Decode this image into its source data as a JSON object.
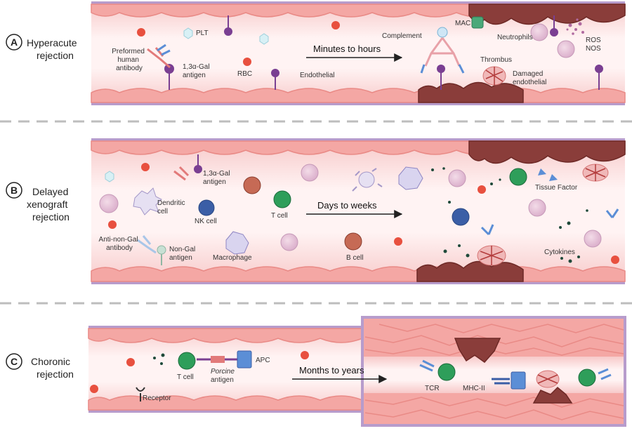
{
  "colors": {
    "membrane": "#b79ccc",
    "vessel_pale": "#fbe3e3",
    "vessel_core": "#fff4f4",
    "cell_fill": "#f4a7a4",
    "cell_stroke": "#e98a86",
    "damaged": "#8a3d3a",
    "damaged_dark": "#6d2926",
    "rbc": "#e8503f",
    "antigen": "#7a3f92",
    "tcell": "#2e9e5a",
    "nk": "#3b5ea6",
    "apc": "#5b8ed6",
    "dashed": "#bdbdbd",
    "text": "#222222"
  },
  "panels": [
    {
      "letter": "A",
      "title_lines": [
        "Hyperacute",
        "rejection"
      ],
      "arrow_label": "Minutes to hours",
      "labels": {
        "plt": "PLT",
        "preformed": [
          "Preformed",
          "human",
          "antibody"
        ],
        "gal": [
          "1,3α-Gal",
          "antigen"
        ],
        "rbc": "RBC",
        "endothelial": "Endothelial",
        "complement": "Complement",
        "mac": "MAC",
        "neutrophils": "Neutrophils",
        "ros": "ROS",
        "nos": "NOS",
        "thrombus": "Thrombus",
        "damaged": [
          "Damaged",
          "endothelial"
        ]
      }
    },
    {
      "letter": "B",
      "title_lines": [
        "Delayed",
        "xenograft",
        "rejection"
      ],
      "arrow_label": "Days to weeks",
      "labels": {
        "gal": [
          "1,3α-Gal",
          "antigen"
        ],
        "dendritic": [
          "Dendritic",
          "cell"
        ],
        "nk": "NK cell",
        "tcell": "T cell",
        "anti_non_gal": [
          "Anti-non-Gal",
          "antibody"
        ],
        "non_gal": [
          "Non-Gal",
          "antigen"
        ],
        "macrophage": "Macrophage",
        "bcell": "B cell",
        "tissue_factor": "Tissue Factor",
        "cytokines": "Cytokines"
      }
    },
    {
      "letter": "C",
      "title_lines": [
        "Choronic",
        "rejection"
      ],
      "arrow_label": "Months to years",
      "labels": {
        "tcell": "T cell",
        "porcine": [
          "Porcine",
          "antigen"
        ],
        "apc": "APC",
        "receptor": "Receptor",
        "tcr": "TCR",
        "mhc": "MHC-II"
      }
    }
  ]
}
